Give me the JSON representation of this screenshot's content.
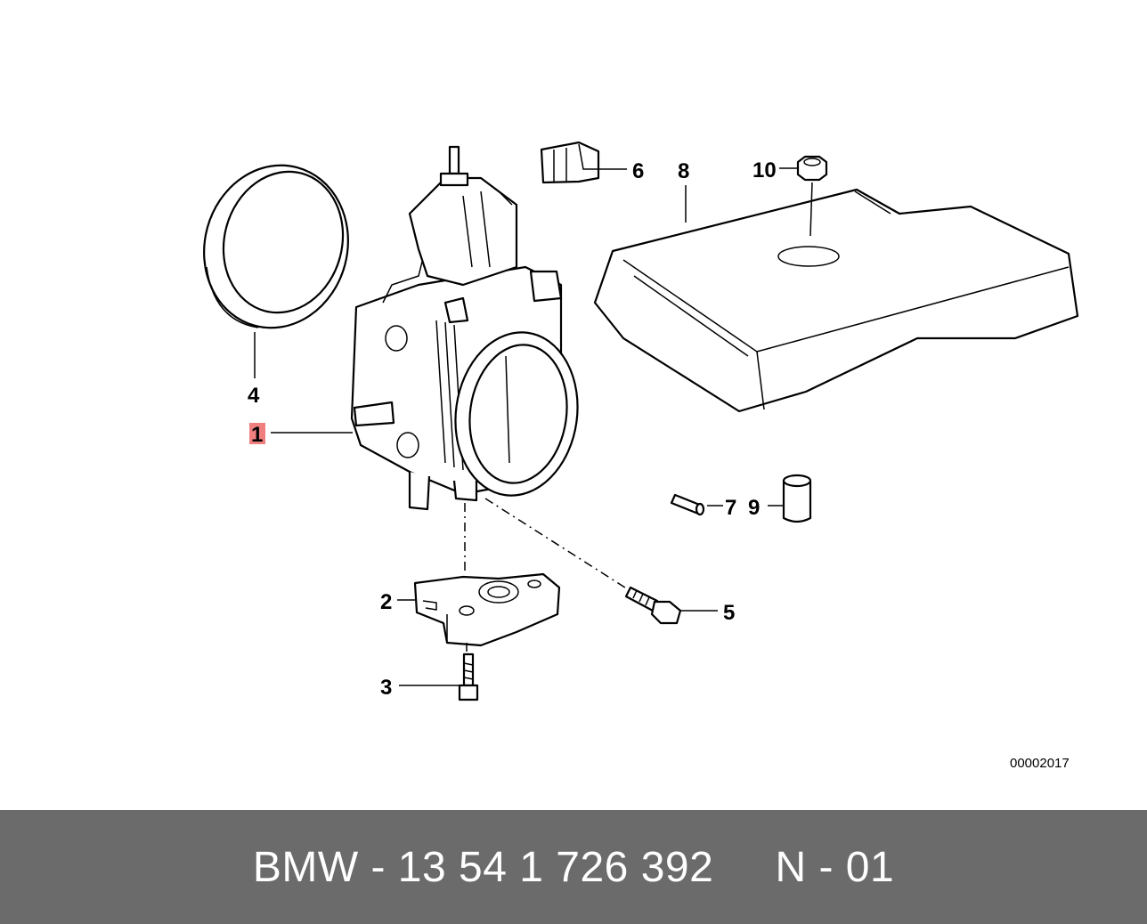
{
  "diagram": {
    "callouts": {
      "c1": "1",
      "c2": "2",
      "c3": "3",
      "c4": "4",
      "c5": "5",
      "c6": "6",
      "c7": "7",
      "c8": "8",
      "c9": "9",
      "c10": "10"
    },
    "highlight_color": "#f08080",
    "reference_code": "00002017"
  },
  "footer": {
    "text": "BMW - 13 54 1 726 392     N - 01",
    "background": "#6b6b6b"
  }
}
